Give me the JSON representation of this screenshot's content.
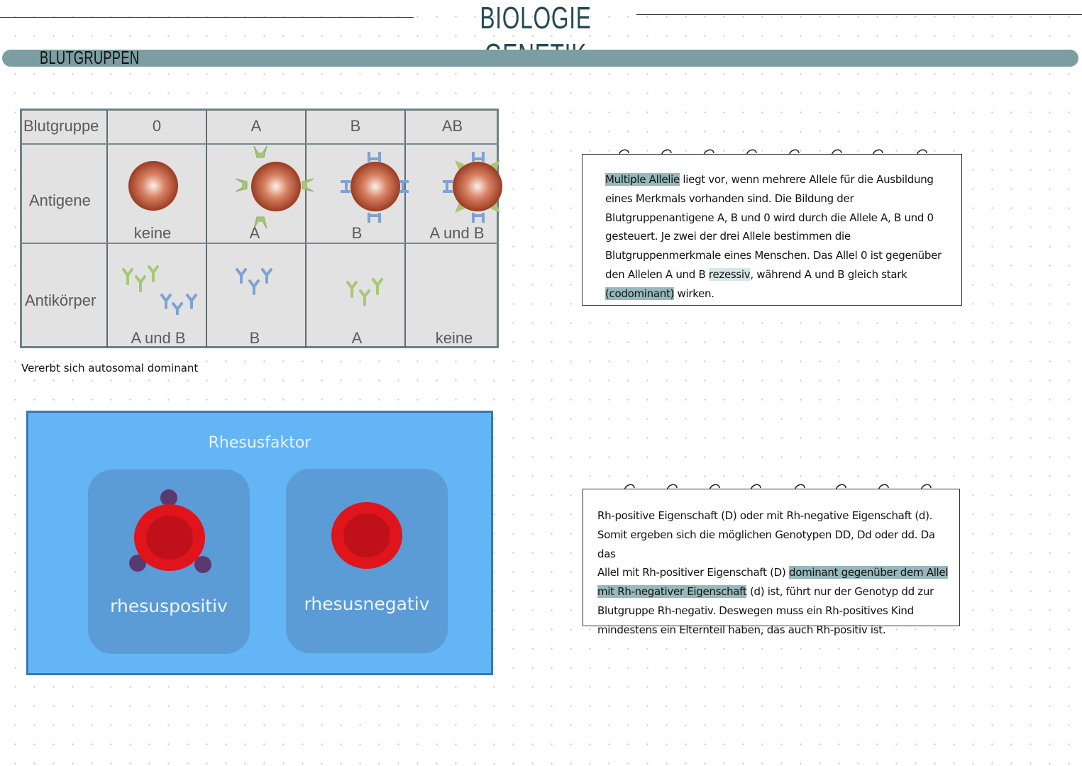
{
  "header": {
    "title": "BIOLOGIE GENETIK",
    "section": "BLUTGRUPPEN"
  },
  "blood_table": {
    "headers": [
      "Blutgruppe",
      "0",
      "A",
      "B",
      "AB"
    ],
    "row_antigene": {
      "label": "Antigene",
      "values": [
        "keine",
        "A",
        "B",
        "A und B"
      ]
    },
    "row_antikoerper": {
      "label": "Antikörper",
      "values": [
        "A und B",
        "B",
        "A",
        "keine"
      ]
    },
    "colors": {
      "antigen_a": "#a6c777",
      "antigen_b": "#7fa3d1",
      "cell": "#b5483a"
    }
  },
  "inheritance_note": "Vererbt sich autosomal dominant",
  "rhesus": {
    "title": "Rhesusfaktor",
    "positive_label": "rhesuspositiv",
    "negative_label": "rhesusnegativ",
    "colors": {
      "panel": "#64b5f6",
      "card": "#5b9bd6",
      "cell": "#e0141b",
      "dots": "#5a3a6e"
    }
  },
  "note1": {
    "hl1": "Multiple Allelie",
    "t1": " liegt vor, wenn mehrere Allele für die Ausbildung",
    "t2": "eines Merkmals vorhanden sind. Die Bildung der",
    "t3": "Blutgruppenantigene A, B und 0 wird durch die Allele A, B und 0",
    "t4": "gesteuert. Je zwei der drei Allele bestimmen die",
    "t5": "Blutgruppenmerkmale eines Menschen. Das Allel 0 ist gegenüber",
    "t6a": "den Allelen A und B ",
    "hl2": "rezessiv",
    "t6b": ", während A und B gleich stark",
    "hl3": "(codominant)",
    "t7": " wirken."
  },
  "note2": {
    "t1": "Rh-positive Eigenschaft (D) oder mit Rh-negative Eigenschaft (d).",
    "t2": "Somit ergeben sich die möglichen Genotypen DD, Dd oder dd. Da das",
    "t3a": "Allel mit Rh-positiver Eigenschaft (D) ",
    "hl1": "dominant gegenüber dem Allel",
    "hl2": "mit Rh-negativer Eigenschaft",
    "t4b": " (d) ist, führt nur der Genotyp dd zur",
    "t5": "Blutgruppe Rh-negativ. Deswegen muss ein Rh-positives Kind",
    "t6": "mindestens ein Elternteil haben, das auch Rh-positiv ist."
  }
}
